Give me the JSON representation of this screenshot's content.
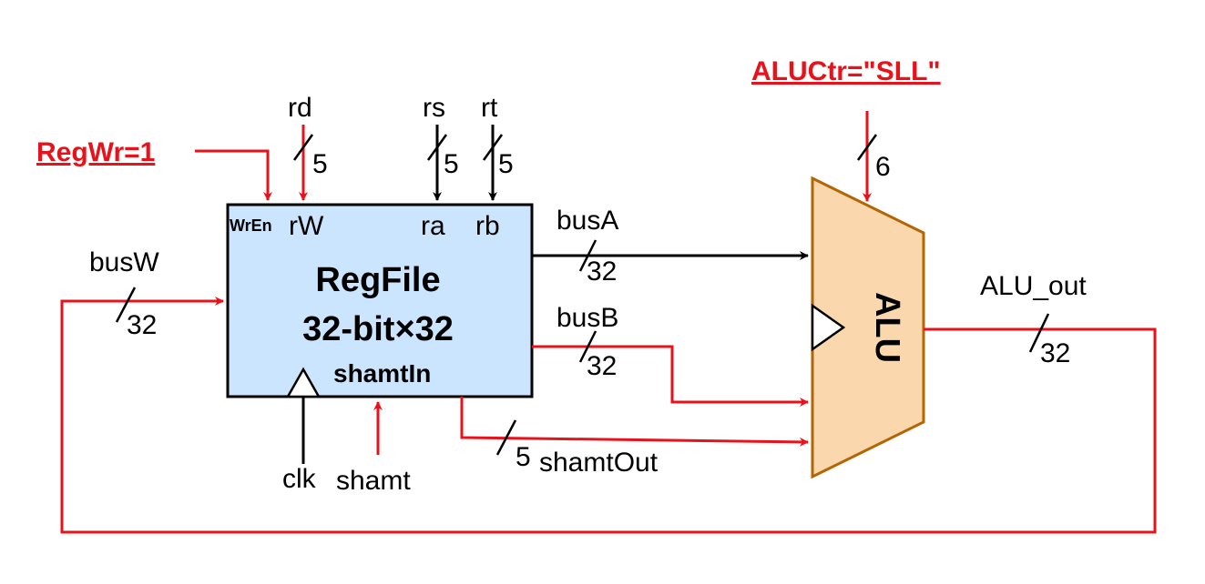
{
  "controls": {
    "regwr": "RegWr=1",
    "aluctr": "ALUCtr=\"SLL\""
  },
  "regfile": {
    "title": "RegFile",
    "subtitle": "32-bit×32",
    "shamt_in": "shamtIn",
    "port_wren": "WrEn",
    "port_rw": "rW",
    "port_ra": "ra",
    "port_rb": "rb"
  },
  "inputs": {
    "rd": "rd",
    "rs": "rs",
    "rt": "rt",
    "clk": "clk",
    "shamt": "shamt"
  },
  "buses": {
    "busW": "busW",
    "busA": "busA",
    "busB": "busB",
    "alu_out": "ALU_out",
    "shamt_out": "shamtOut"
  },
  "widths": {
    "rd": "5",
    "rs": "5",
    "rt": "5",
    "aluctr": "6",
    "busW": "32",
    "busA": "32",
    "busB": "32",
    "alu_out": "32",
    "shamt_out": "5"
  },
  "alu": {
    "label": "ALU"
  },
  "colors": {
    "control_wire": "#e8121b",
    "data_wire": "#000000",
    "regfile_fill": "#cce5ff",
    "alu_fill": "#fad7ac",
    "alu_stroke": "#b46504"
  }
}
